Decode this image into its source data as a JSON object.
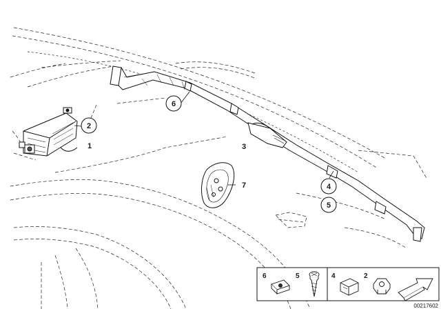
{
  "callouts": [
    {
      "text": "6"
    },
    {
      "text": "2"
    },
    {
      "text": "4"
    },
    {
      "text": "5"
    }
  ],
  "labels": [
    {
      "text": "1"
    },
    {
      "text": "3"
    },
    {
      "text": "7"
    }
  ],
  "legend": {
    "items": [
      {
        "number": "6"
      },
      {
        "number": "5"
      },
      {
        "number": "4"
      },
      {
        "number": "2"
      }
    ]
  },
  "diagram_id": "00217602"
}
